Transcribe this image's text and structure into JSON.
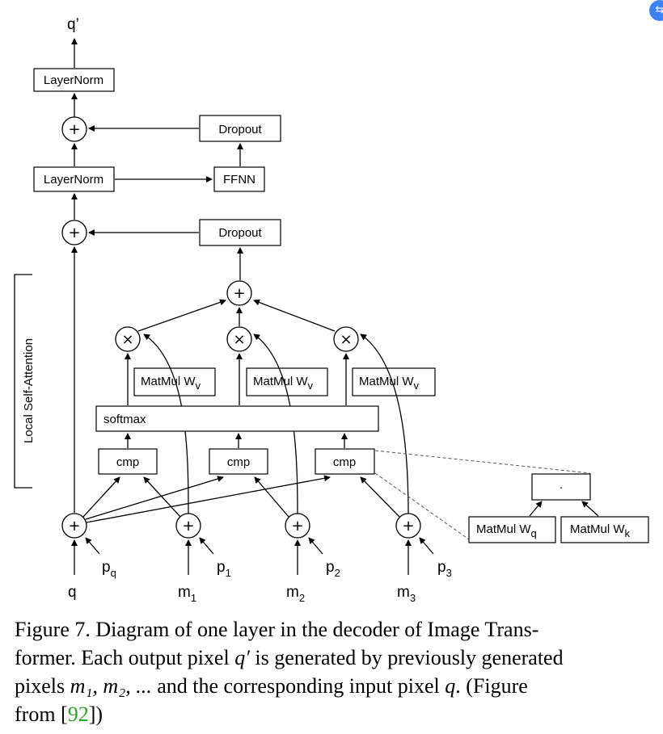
{
  "diagram": {
    "output_label": "q’",
    "layernorm_top": "LayerNorm",
    "layernorm_mid": "LayerNorm",
    "dropout_top": "Dropout",
    "dropout_mid": "Dropout",
    "ffnn": "FFNN",
    "matmul_v": "MatMul W",
    "v_sub": "v",
    "softmax": "softmax",
    "cmp": "cmp",
    "dot": "·",
    "matmul_q": "MatMul W",
    "q_sub": "q",
    "matmul_k": "MatMul W",
    "k_sub": "k",
    "section_label": "Local Self-Attention",
    "plus": "+",
    "times": "×",
    "inputs": {
      "q": "q",
      "m": "m",
      "m1_sub": "1",
      "m2_sub": "2",
      "m3_sub": "3",
      "p": "p",
      "pq_sub": "q",
      "p1_sub": "1",
      "p2_sub": "2",
      "p3_sub": "3"
    }
  },
  "caption": {
    "line1": "Figure 7. Diagram of one layer in the decoder of Image Trans-",
    "line2a": "former. Each output pixel ",
    "line2_var": "q′",
    "line2b": " is generated by previously generated",
    "line3a": "pixels ",
    "line3_var": "m₁, m₂, ...",
    "line3b": " and the corresponding input pixel ",
    "line3_var2": "q",
    "line3c": ". (Figure",
    "line4a": "from [",
    "line4_cite": "92",
    "line4b": "])"
  },
  "colors": {
    "citation": "#22aa22",
    "badge": "#3b82f6"
  },
  "badge_icon": "translate-icon"
}
